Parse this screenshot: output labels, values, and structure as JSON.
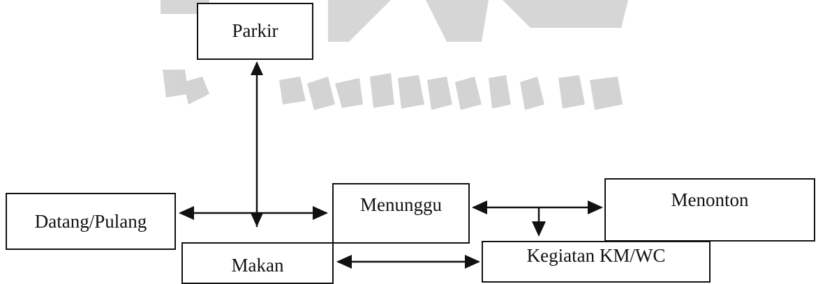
{
  "diagram": {
    "nodes": {
      "parkir": "Parkir",
      "datang_pulang": "Datang/Pulang",
      "menunggu": "Menunggu",
      "menonton": "Menonton",
      "makan": "Makan",
      "kegiatan": "Kegiatan KM/WC"
    }
  },
  "colors": {
    "line": "#111111",
    "watermark": "#c8c8c8"
  }
}
